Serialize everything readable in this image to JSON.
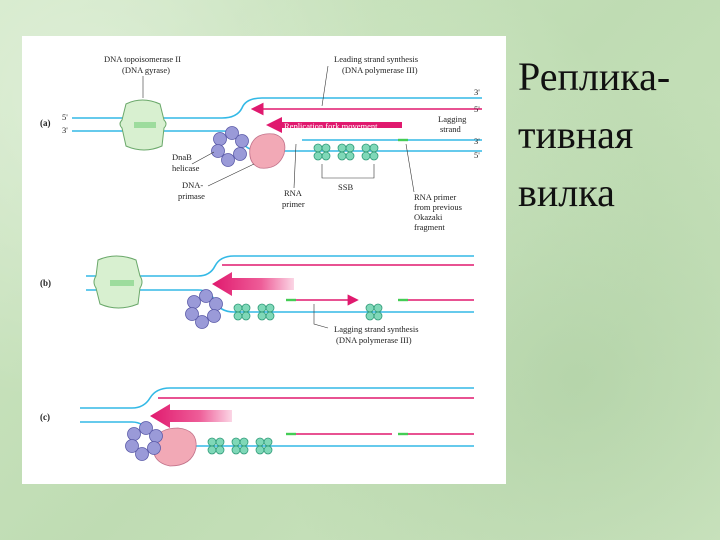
{
  "slide": {
    "title_line1": "Реплика-",
    "title_line2": "тивная",
    "title_line3": "вилка"
  },
  "figure": {
    "panel_a": {
      "label": "(a)",
      "topoisomerase_line1": "DNA topoisomerase II",
      "topoisomerase_line2": "(DNA gyrase)",
      "leading_line1": "Leading strand synthesis",
      "leading_line2": "(DNA polymerase III)",
      "lagging_line1": "Lagging",
      "lagging_line2": "strand",
      "fork_movement": "Replication fork movement",
      "dnab_line1": "DnaB",
      "dnab_line2": "helicase",
      "primase_line1": "DNA-",
      "primase_line2": "primase",
      "rna_primer_line1": "RNA",
      "rna_primer_line2": "primer",
      "ssb": "SSB",
      "prev_primer_line1": "RNA primer",
      "prev_primer_line2": "from previous",
      "prev_primer_line3": "Okazaki",
      "prev_primer_line4": "fragment",
      "end_left_top": "5'",
      "end_left_bottom": "3'",
      "end_right_1": "3'",
      "end_right_2": "5'",
      "end_right_3": "3'",
      "end_right_4": "5'"
    },
    "panel_b": {
      "label": "(b)",
      "lagging_line1": "Lagging strand synthesis",
      "lagging_line2": "(DNA polymerase III)"
    },
    "panel_c": {
      "label": "(c)"
    },
    "colors": {
      "dna_strand": "#33b9e6",
      "arrow": "#e0196e",
      "gyrase": "#d8f0d0",
      "helicase": "#9a9ad8",
      "primase": "#f2a9b6",
      "ssb": "#7fd8b8",
      "primer": "#44cc55"
    }
  }
}
